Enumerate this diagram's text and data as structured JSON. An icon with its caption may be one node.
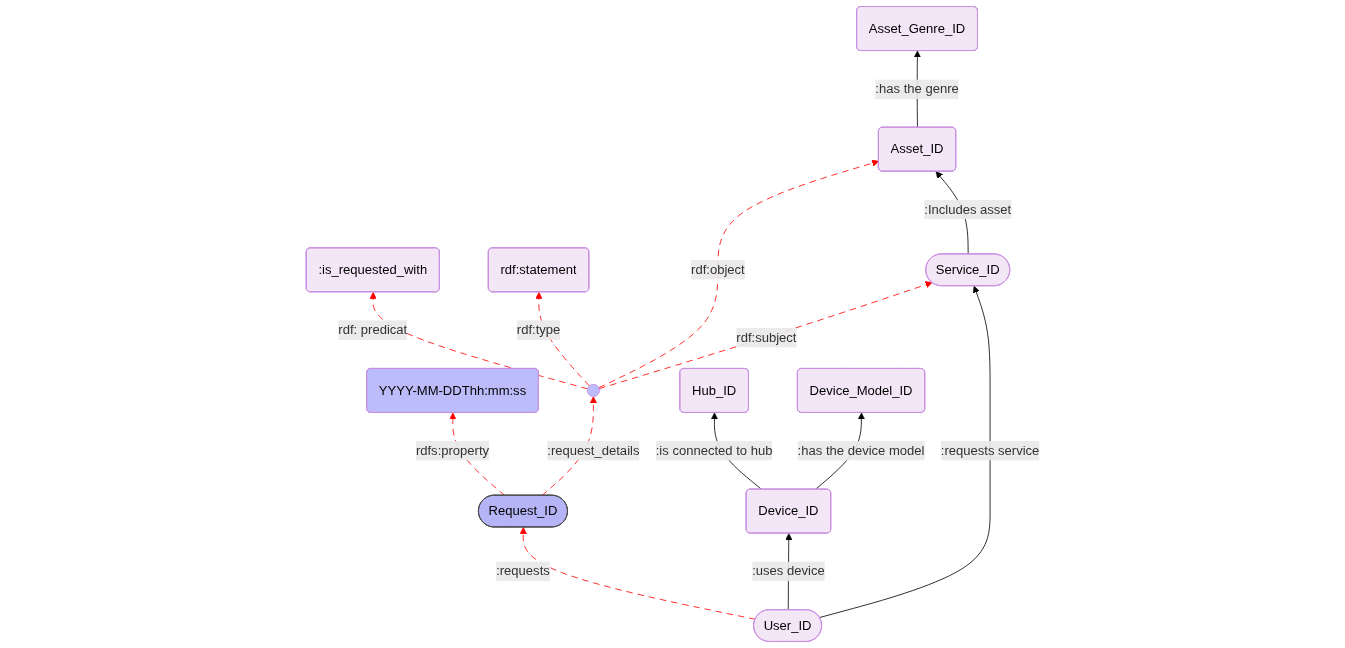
{
  "diagram": {
    "nodes": [
      {
        "text": [
          "YYYY-MM-DDThh:mm:ss"
        ]
      },
      {
        "text": [
          ":is_requested_with"
        ]
      },
      {
        "text": [
          "rdf:statement"
        ]
      },
      {
        "text": [
          "Hub_ID"
        ]
      },
      {
        "text": [
          "Request_ID"
        ]
      },
      {
        "text": [],
        "shape": "circle"
      },
      {
        "text": [
          "Asset_Genre_ID"
        ]
      },
      {
        "text": [
          "Device_ID"
        ]
      },
      {
        "text": [
          "User_ID"
        ]
      },
      {
        "text": [
          "Service_ID"
        ]
      },
      {
        "text": [
          "Asset_ID"
        ]
      },
      {
        "text": [
          "Device_Model_ID"
        ]
      }
    ],
    "edges": [
      {
        "from": 4,
        "to": 0,
        "arrow": "to",
        "label": "rdfs:property",
        "style": "dashed",
        "color": "#ff0000"
      },
      {
        "from": 4,
        "to": 5,
        "arrow": "to",
        "label": ":request_details",
        "style": "dashed",
        "color": "#ff0000"
      },
      {
        "from": 5,
        "to": 1,
        "arrow": "to",
        "label": "rdf: predicat",
        "style": "dashed",
        "color": "#ff0000"
      },
      {
        "from": 5,
        "to": 2,
        "arrow": "to",
        "label": "rdf:type",
        "style": "dashed",
        "color": "#ff0000"
      },
      {
        "from": 5,
        "to": 10,
        "arrow": "to",
        "label": "rdf:object",
        "style": "dashed",
        "color": "#ff0000"
      },
      {
        "from": 5,
        "to": 9,
        "arrow": "to",
        "label": "rdf:subject",
        "style": "dashed",
        "color": "#ff0000"
      },
      {
        "from": 8,
        "to": 4,
        "arrow": "to",
        "label": ":requests",
        "style": "dashed",
        "color": "#ff0000"
      },
      {
        "from": 8,
        "to": 7,
        "arrow": "to",
        "label": ":uses device",
        "color": "#000000"
      },
      {
        "from": 8,
        "to": 9,
        "arrow": "to",
        "label": ":requests service",
        "color": "#000000"
      },
      {
        "from": 7,
        "to": 3,
        "arrow": "to",
        "label": ":is connected to hub",
        "color": "#000000"
      },
      {
        "from": 7,
        "to": 11,
        "arrow": "to",
        "label": ":has the device model",
        "color": "#000000"
      },
      {
        "from": 9,
        "to": 10,
        "arrow": "to",
        "label": ":Includes asset",
        "color": "#000000"
      },
      {
        "from": 10,
        "to": 6,
        "arrow": "to",
        "label": ":has the genre",
        "color": "#000000"
      }
    ]
  }
}
